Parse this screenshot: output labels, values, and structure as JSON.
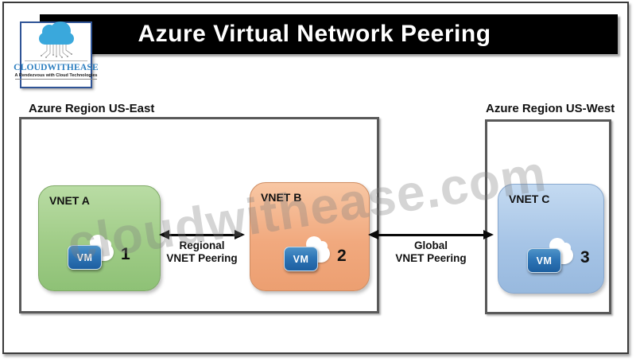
{
  "title_bar": {
    "title": "Azure Virtual Network Peering"
  },
  "logo": {
    "name": "CLOUDWITHEASE",
    "tagline": "A Rendezvous with Cloud Technologies"
  },
  "watermark": {
    "text": "cloudwithease.com"
  },
  "regions": [
    {
      "label": "Azure Region US-East"
    },
    {
      "label": "Azure Region US-West"
    }
  ],
  "vnets": [
    {
      "name": "VNET A",
      "vm_label": "VM",
      "vm_number": "1",
      "fill": "#a9d18e",
      "region": "US-East"
    },
    {
      "name": "VNET B",
      "vm_label": "VM",
      "vm_number": "2",
      "fill": "#f4b183",
      "region": "US-East"
    },
    {
      "name": "VNET C",
      "vm_label": "VM",
      "vm_number": "3",
      "fill": "#9dc3e6",
      "region": "US-West"
    }
  ],
  "connections": [
    {
      "line1": "Regional",
      "line2": "VNET Peering",
      "from": "VNET A",
      "to": "VNET B"
    },
    {
      "line1": "Global",
      "line2": "VNET Peering",
      "from": "VNET B",
      "to": "VNET C"
    }
  ],
  "icons": {
    "logo_cloud": "cloud-icon",
    "vm_cloud": "cloud-icon",
    "vm_badge": "vm-icon",
    "connection_arrow": "double-headed-arrow-icon"
  },
  "colors": {
    "title_bar_bg": "#000000",
    "title_bar_fg": "#ffffff",
    "vnet_a_green": "#a9d18e",
    "vnet_b_orange": "#f4b183",
    "vnet_c_blue": "#9dc3e6",
    "region_border_gray": "#595959",
    "vm_badge_blue": "#2e75b6",
    "logo_blue": "#3aa8dc",
    "watermark_gray": "#a6a6a6"
  }
}
